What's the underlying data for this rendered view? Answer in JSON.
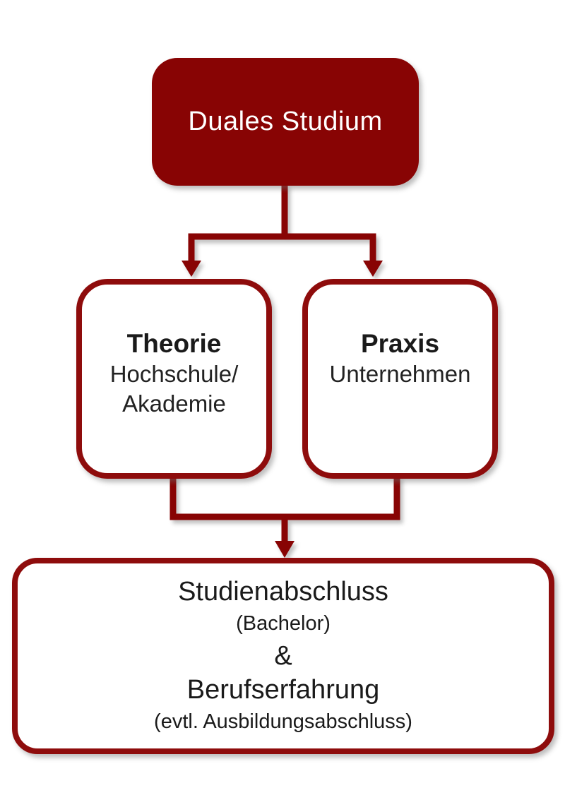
{
  "colors": {
    "accent": "#8E0C0C",
    "node_fill": "#880404",
    "root_text": "#FFFFFF",
    "text": "#1A1A1A",
    "background": "#FFFFFF"
  },
  "diagram": {
    "root": {
      "label": "Duales Studium"
    },
    "branches": [
      {
        "title": "Theorie",
        "subtitle_lines": [
          "Hochschule/",
          "Akademie"
        ]
      },
      {
        "title": "Praxis",
        "subtitle_lines": [
          "Unternehmen"
        ]
      }
    ],
    "result": {
      "lines": [
        "Studienabschluss",
        "(Bachelor)",
        "&",
        "Berufserfahrung",
        "(evtl. Ausbildungsabschluss)"
      ]
    }
  }
}
